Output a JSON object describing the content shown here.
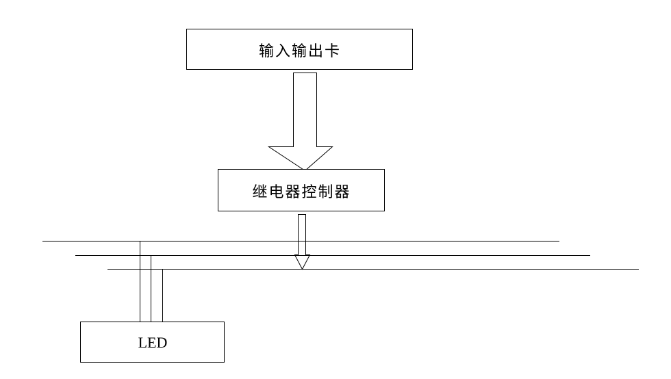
{
  "diagram": {
    "io_card": {
      "label": "输入输出卡"
    },
    "relay_controller": {
      "label": "继电器控制器"
    },
    "led": {
      "label": "LED"
    }
  },
  "colors": {
    "stroke": "#000000",
    "background": "#ffffff"
  }
}
